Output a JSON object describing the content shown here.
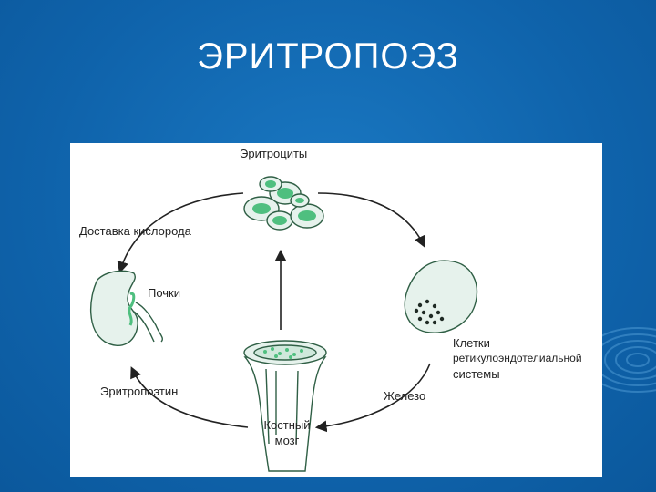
{
  "slide": {
    "title": "ЭРИТРОПОЭЗ"
  },
  "diagram": {
    "labels": {
      "erythrocytes": "Эритроциты",
      "oxygen_delivery": "Доставка кислорода",
      "kidneys": "Почки",
      "erythropoietin": "Эритропоэтин",
      "bone_marrow_line1": "Костный",
      "bone_marrow_line2": "мозг",
      "iron": "Железо",
      "res_cells_line1": "Клетки",
      "res_cells_line2": "ретикулоэндотелиальной",
      "res_cells_line3": "системы"
    },
    "colors": {
      "slide_background": "#1167b0",
      "cell_fill": "#4fbf7f",
      "cell_outline": "#2f5f45",
      "organ_fill": "#e6f2ec"
    }
  }
}
